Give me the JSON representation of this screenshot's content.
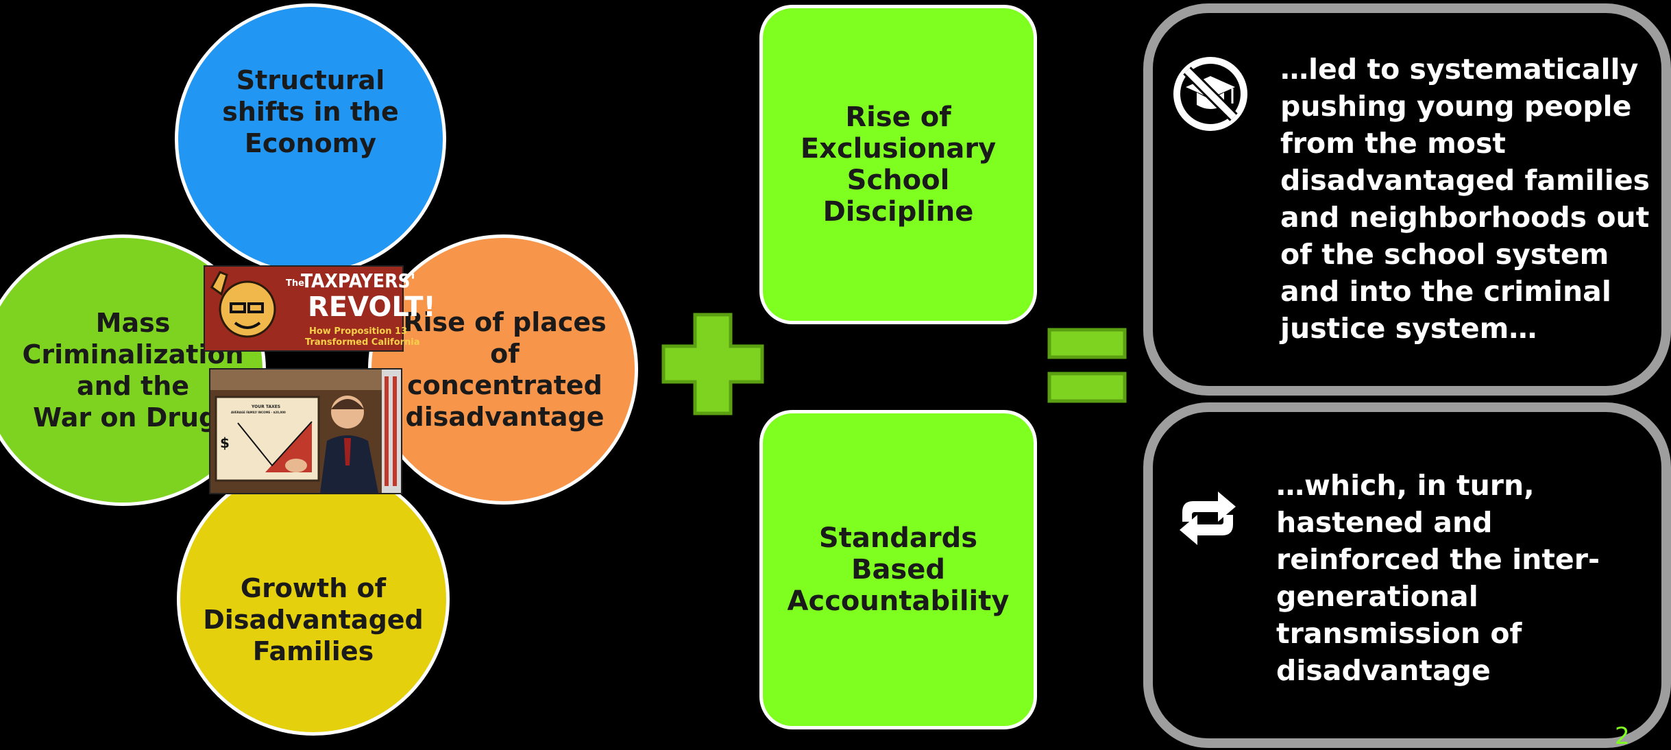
{
  "circles": {
    "top": "Structural\nshifts in the\nEconomy",
    "left": "Mass\nCriminalization\nand the\nWar on Drugs",
    "right": "Rise of places\nof\nconcentrated\ndisadvantage",
    "bottom": "Growth of\nDisadvantaged\nFamilies"
  },
  "poster": {
    "the": "The",
    "title1": "TAXPAYERS'",
    "title2": "REVOLT!",
    "subtitle1": "How Proposition 13",
    "subtitle2": "Transformed California"
  },
  "reagan_photo": {
    "chart_heading": "YOUR TAXES",
    "chart_sub": "AVERAGE FAMILY INCOME - $20,000",
    "dollar": "$"
  },
  "boxes": {
    "discipline": "Rise of\nExclusionary\nSchool\nDiscipline",
    "standards": "Standards\nBased\nAccountability"
  },
  "outcomes": {
    "top": "…led to systematically\npushing young people\nfrom the most\ndisadvantaged families\nand neighborhoods out\nof the school system\nand into the criminal\njustice system…",
    "bottom": "…which, in turn,\nhastened and\nreinforced the inter-\ngenerational\ntransmission of\ndisadvantage"
  },
  "icons": {
    "plus": "plus-icon",
    "equals": "equals-icon",
    "no_school": "no-graduation-cap-icon",
    "cycle": "cycle-arrows-icon"
  },
  "colors": {
    "background": "#000000",
    "blue": "#2196F3",
    "green": "#7ED321",
    "orange": "#F7954A",
    "yellow": "#E5D00D",
    "lime": "#7FFF1F",
    "symbol_green": "#7ED321",
    "outline_gray": "#9E9E9E"
  },
  "page_number": "2"
}
